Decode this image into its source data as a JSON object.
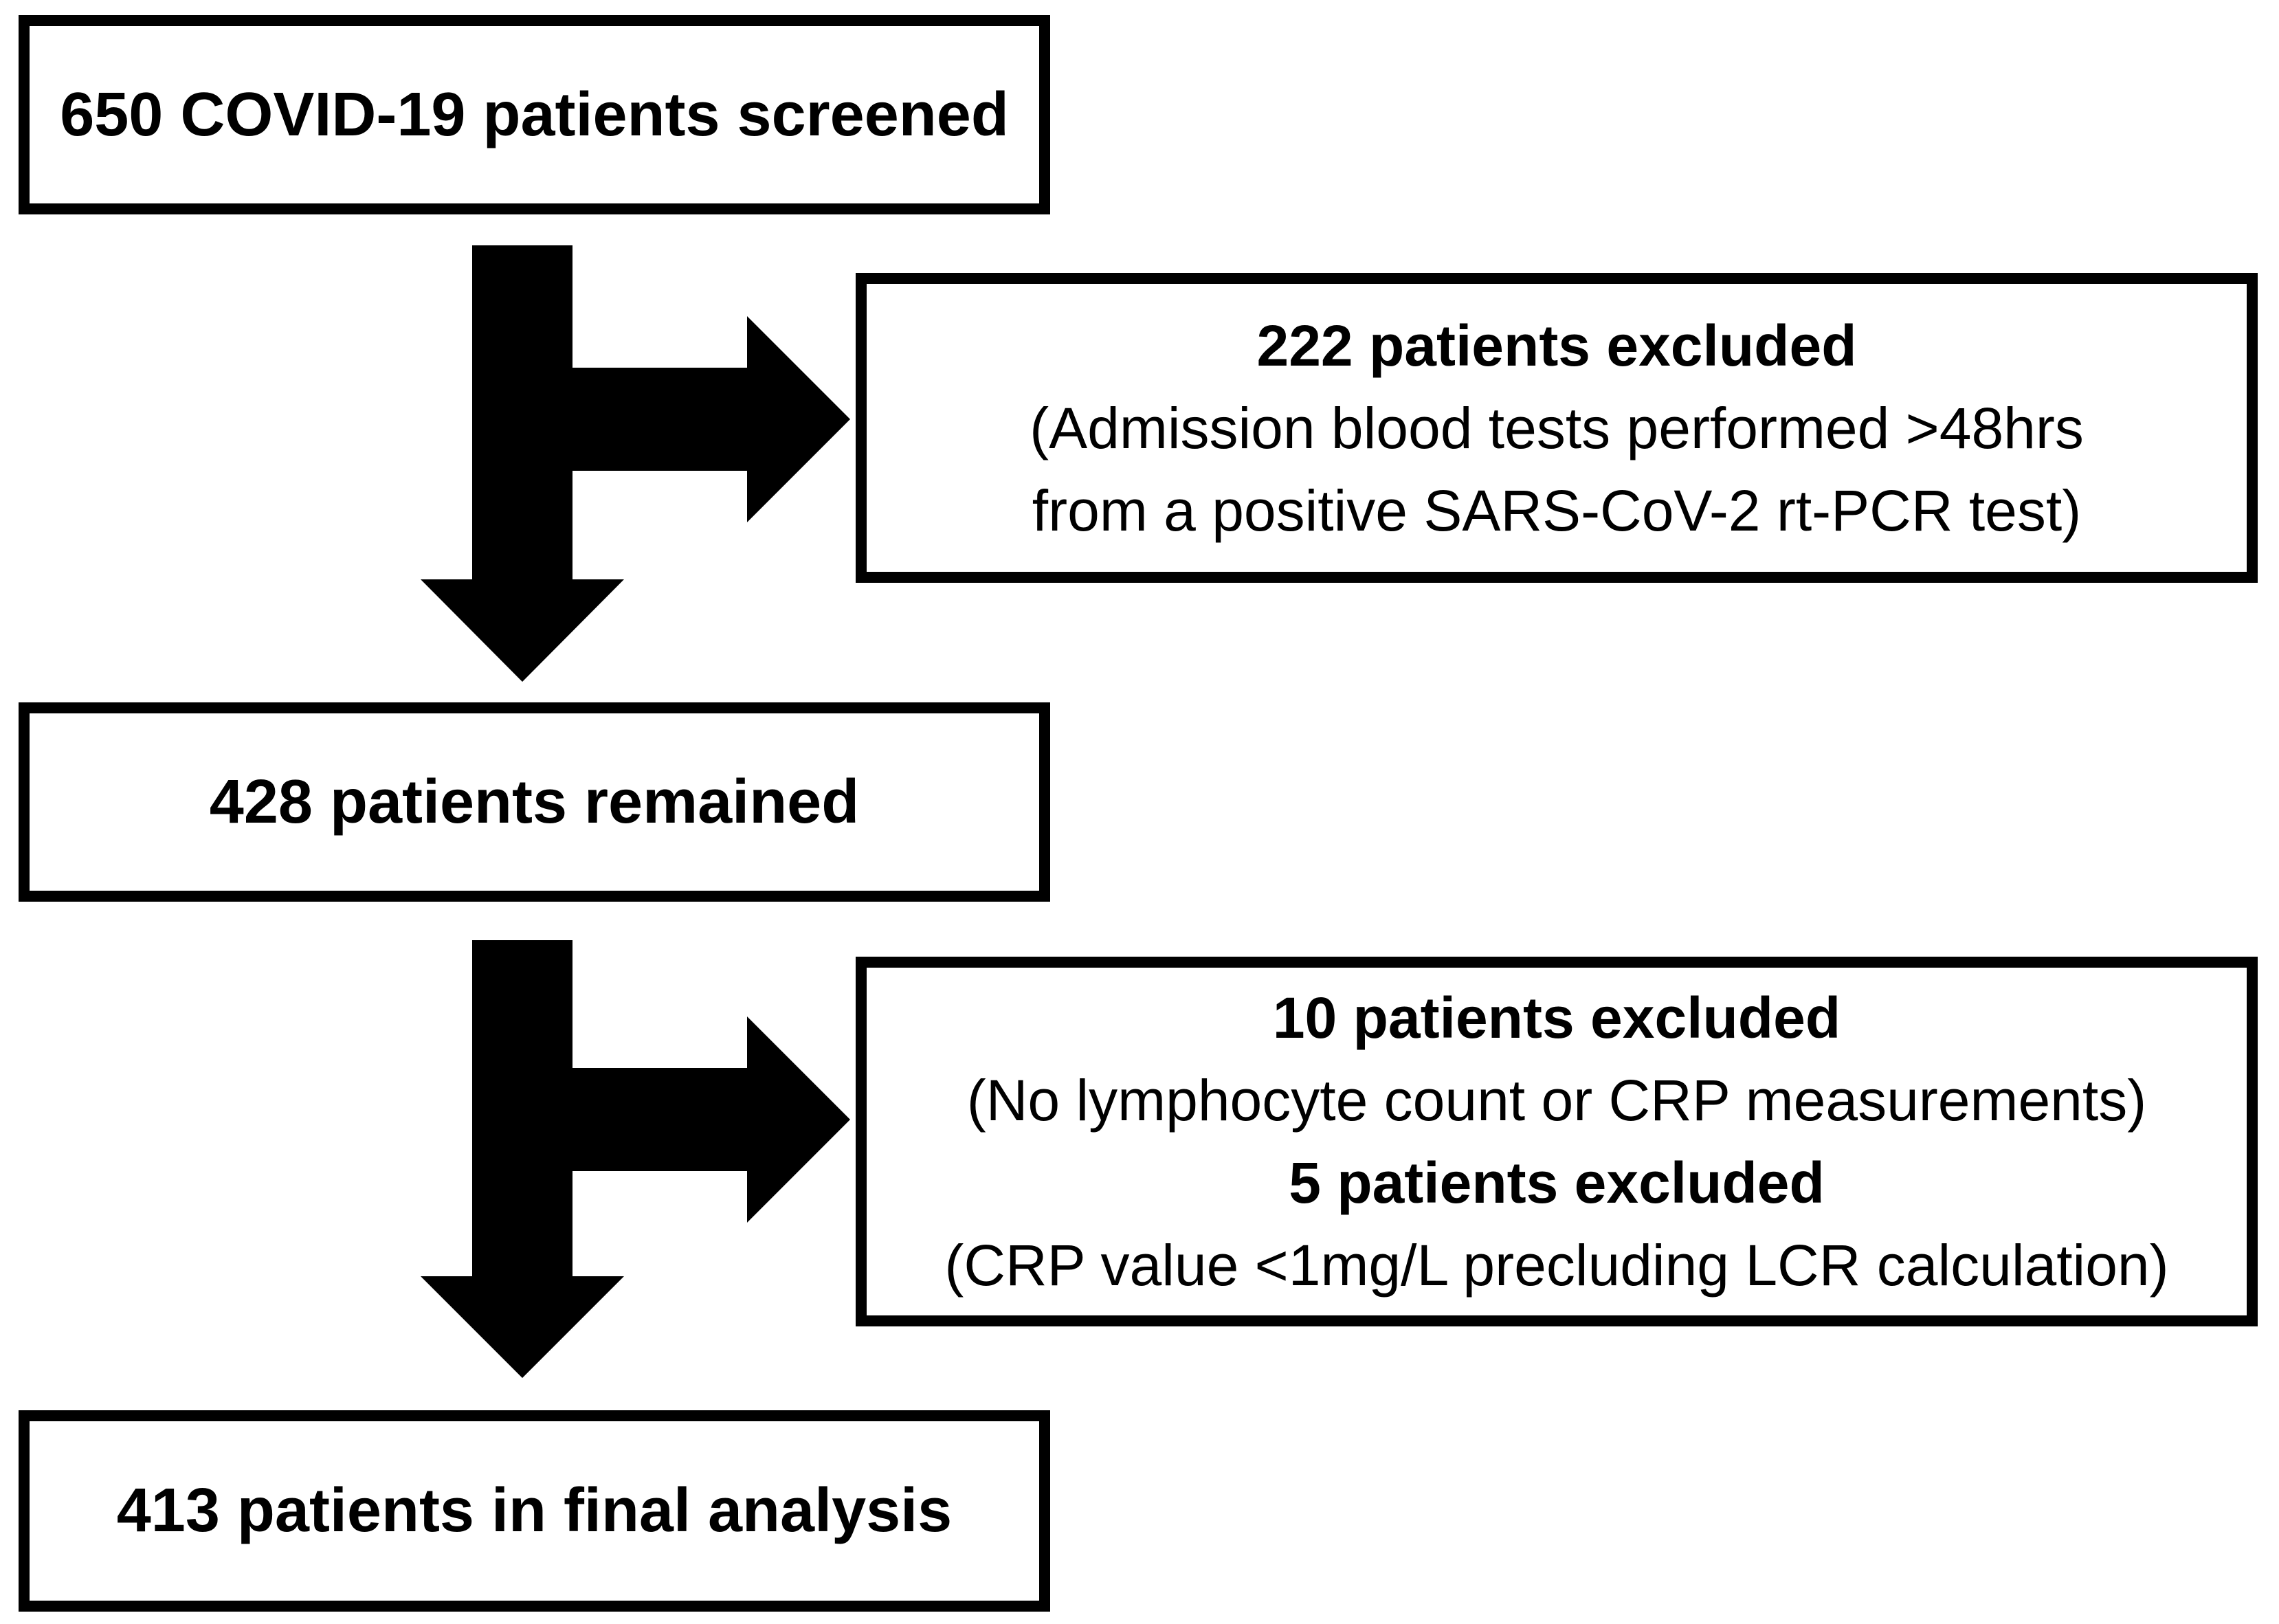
{
  "figure": {
    "type": "patient-flow-diagram",
    "background": "#ffffff",
    "colors": {
      "border": "#000000",
      "text": "#000000",
      "arrow": "#000000"
    },
    "main_boxes": [
      {
        "text": "650 COVID-19 patients screened"
      },
      {
        "text": "428 patients remained"
      },
      {
        "text": "413 patients in final analysis"
      }
    ],
    "exclusion_boxes": [
      {
        "lines": [
          {
            "text": "222 patients excluded"
          },
          {
            "text": "(Admission blood tests performed >48hrs"
          },
          {
            "text": "from a positive SARS-CoV-2 rt-PCR test)"
          }
        ]
      },
      {
        "lines": [
          {
            "text": "10 patients excluded"
          },
          {
            "text": "(No lymphocyte count or CRP measurements)"
          },
          {
            "text": "5 patients excluded"
          },
          {
            "text": "(CRP value <1mg/L precluding LCR calculation)"
          }
        ]
      }
    ]
  }
}
